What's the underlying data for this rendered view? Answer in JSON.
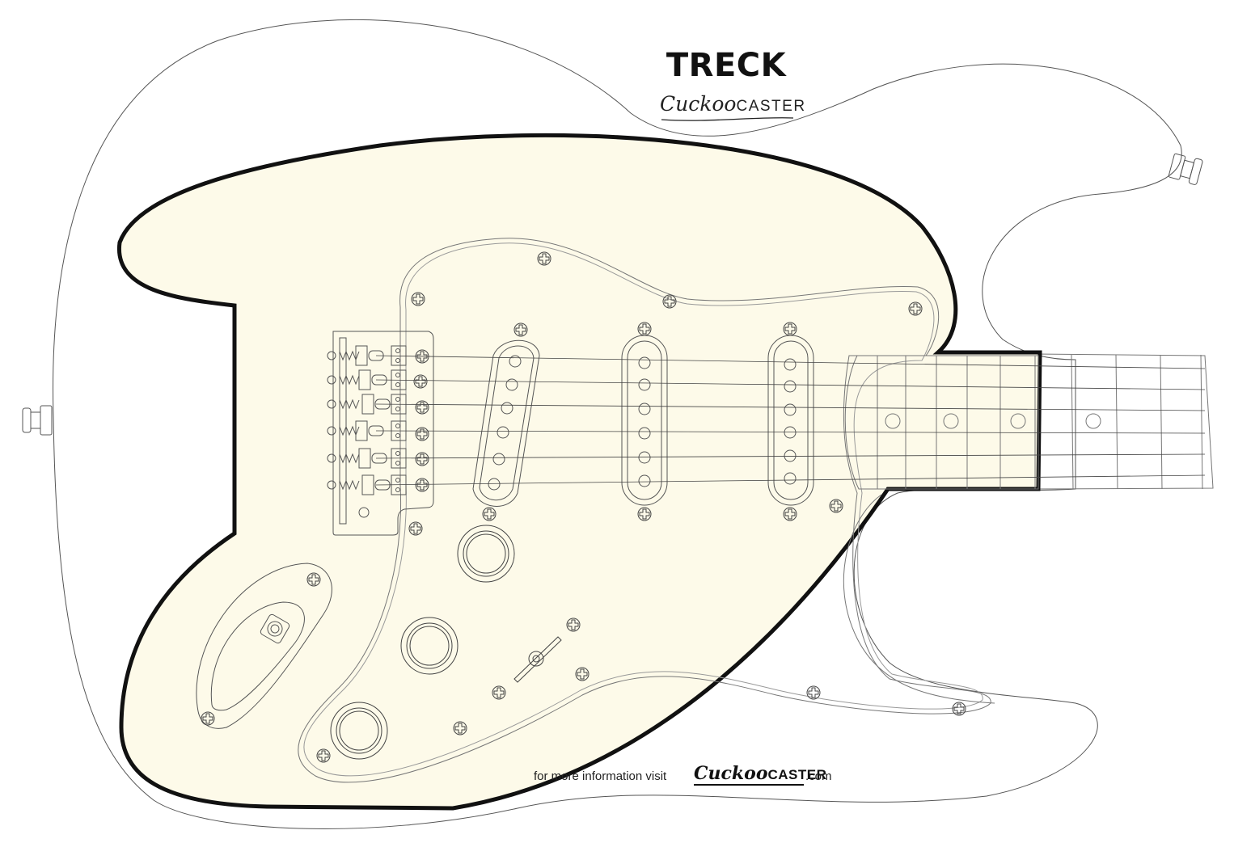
{
  "title": "TRECK",
  "brand": {
    "script": "Cuckoo",
    "caps": "CASTER"
  },
  "footer": {
    "prefix": "for more information visit",
    "logo_script": "Cuckoo",
    "logo_caps": "CASTER",
    "suffix": ".com"
  },
  "colors": {
    "pickguard_fill": "#fdfae9",
    "outline": "#111111",
    "line": "#6b6b6b"
  }
}
